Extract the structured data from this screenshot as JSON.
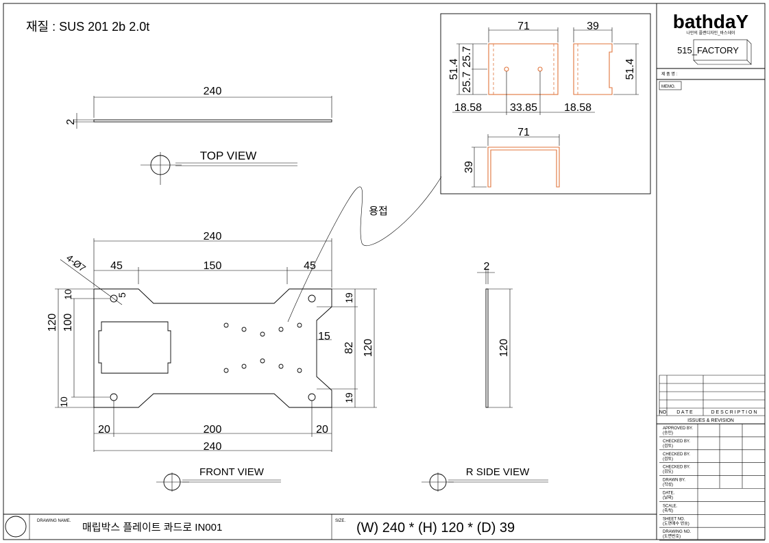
{
  "material_note": "재질 : SUS 201 2b 2.0t",
  "views": {
    "top": "TOP VIEW",
    "front": "FRONT VIEW",
    "side": "R SIDE VIEW"
  },
  "weld_label": "용접",
  "dims": {
    "top_len": "240",
    "top_thk": "2",
    "front_total": "240",
    "front_45_left": "45",
    "front_150": "150",
    "front_45_right": "45",
    "hole_note": "4-Ø7",
    "h_120": "120",
    "h_100": "100",
    "h_10_top": "10",
    "h_10_bot": "10",
    "d_5": "5",
    "d_19_top": "19",
    "d_82": "82",
    "d_120_right": "120",
    "d_19_bot": "19",
    "d_15": "15",
    "bot_20_left": "20",
    "bot_200": "200",
    "bot_20_right": "20",
    "bot_240": "240",
    "side_2": "2",
    "side_120": "120"
  },
  "inset": {
    "w_71": "71",
    "w_39": "39",
    "h_514_left": "51.4",
    "h_257_a": "25.7",
    "h_257_b": "25.7",
    "h_514_right": "51.4",
    "b_1858_left": "18.58",
    "b_3385": "33.85",
    "b_1858_right": "18.58",
    "bracket_w_71": "71",
    "bracket_h_39": "39"
  },
  "title_block": {
    "logo": "bathdaY",
    "logo_tagline": "나만의 플랜디자인_바스데이",
    "factory": "515_FACTORY",
    "product_label": "제 품 명 :",
    "memo": "MEMO.",
    "rev_headers": {
      "no": "NO",
      "date": "D A T E",
      "description": "D E S C R I P T I O N"
    },
    "issues": "ISSUES & REVISION",
    "rows": [
      {
        "en": "APPROVED BY.",
        "ko": "(승인)"
      },
      {
        "en": "CHECKED BY.",
        "ko": "(검토)"
      },
      {
        "en": "CHECKED BY.",
        "ko": "(검토)"
      },
      {
        "en": "CHECKED BY.",
        "ko": "(검토)"
      },
      {
        "en": "DRAWN BY.",
        "ko": "(작성)"
      },
      {
        "en": "DATE.",
        "ko": "(날짜)"
      },
      {
        "en": "SCALE.",
        "ko": "(축척)"
      },
      {
        "en": "SHEET NO.",
        "ko": "(도면매수 번호)"
      },
      {
        "en": "DRAWING NO.",
        "ko": "(도면번호)"
      }
    ]
  },
  "bottom": {
    "drawing_name_label": "DRAWING NAME.",
    "drawing_name": "매립박스 플레이트  콰드로 IN001",
    "size_label": "SIZE.",
    "size_value": "(W)  240 * (H) 120 * (D) 39"
  },
  "colors": {
    "line": "#000000",
    "inset_part": "#e0733a"
  }
}
